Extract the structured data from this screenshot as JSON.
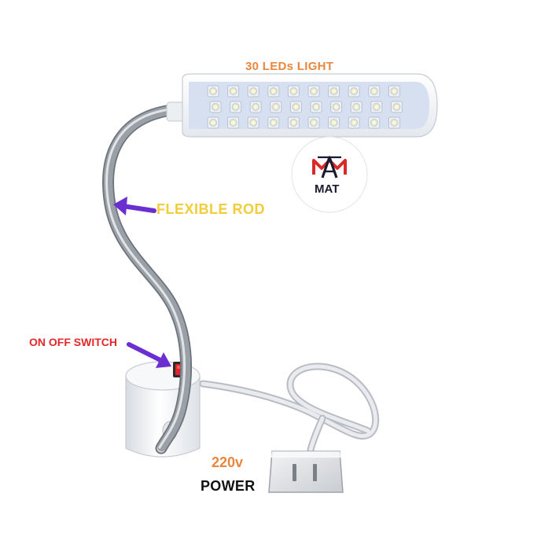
{
  "product": {
    "labels": {
      "leds": "30 LEDs LIGHT",
      "flexible_rod": "FLEXIBLE ROD",
      "switch": "ON OFF SWITCH",
      "voltage": "220v",
      "power": "POWER"
    },
    "logo": {
      "text": "MAT",
      "icon": "mat-monogram-icon"
    },
    "led_count": 30,
    "colors": {
      "leds_label": "#e8873d",
      "flexible_label": "#f2cc3a",
      "switch_label": "#e3282b",
      "arrow": "#6b2fd1",
      "switch_button": "#e0242b",
      "logo_red": "#d82a2a",
      "logo_navy": "#1b1b2f"
    }
  }
}
